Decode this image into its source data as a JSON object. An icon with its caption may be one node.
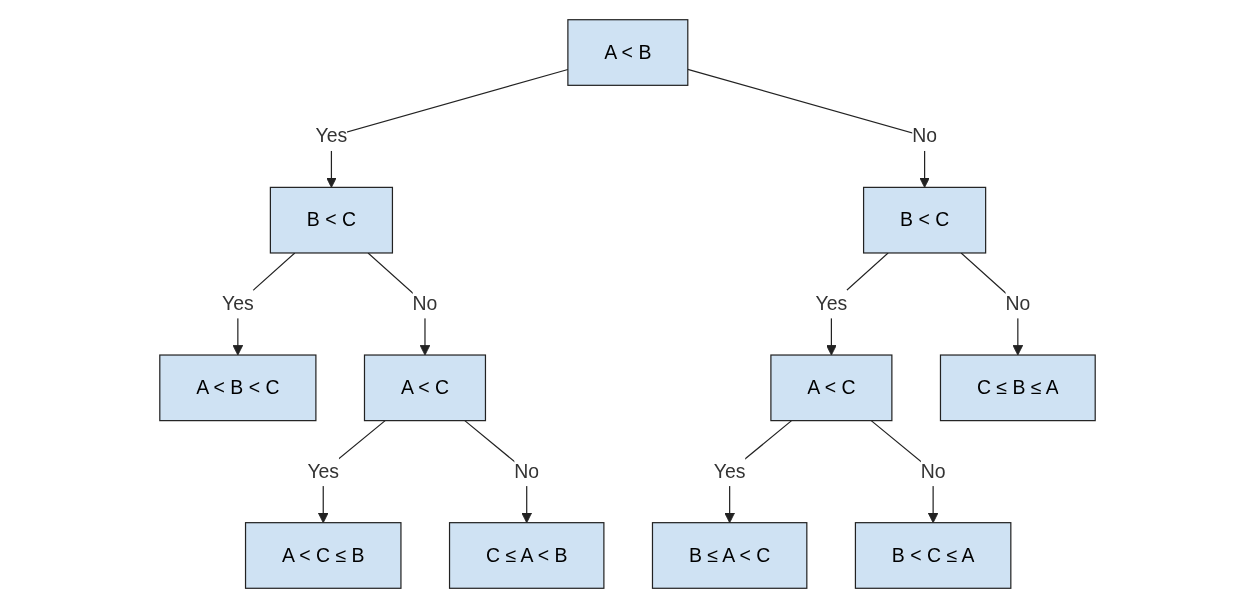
{
  "diagram": {
    "nodes": [
      {
        "text": [
          "A < B"
        ]
      },
      {
        "text": [
          "B < C"
        ]
      },
      {
        "text": [
          "B < C"
        ]
      },
      {
        "text": [
          "A < B < C"
        ]
      },
      {
        "text": [
          "A < C"
        ]
      },
      {
        "text": [
          "A < C"
        ]
      },
      {
        "text": [
          "C ≤ B ≤ A"
        ]
      },
      {
        "text": [
          "A < C ≤ B"
        ]
      },
      {
        "text": [
          "C ≤ A < B"
        ]
      },
      {
        "text": [
          "B ≤ A < C"
        ]
      },
      {
        "text": [
          "B < C ≤ A"
        ]
      }
    ],
    "edges": [
      {
        "from": 0,
        "to": 1,
        "arrow": "to",
        "label": "Yes"
      },
      {
        "from": 0,
        "to": 2,
        "arrow": "to",
        "label": "No"
      },
      {
        "from": 1,
        "to": 3,
        "arrow": "to",
        "label": "Yes"
      },
      {
        "from": 1,
        "to": 4,
        "arrow": "to",
        "label": "No"
      },
      {
        "from": 2,
        "to": 5,
        "arrow": "to",
        "label": "Yes"
      },
      {
        "from": 2,
        "to": 6,
        "arrow": "to",
        "label": "No"
      },
      {
        "from": 4,
        "to": 7,
        "arrow": "to",
        "label": "Yes"
      },
      {
        "from": 4,
        "to": 8,
        "arrow": "to",
        "label": "No"
      },
      {
        "from": 5,
        "to": 9,
        "arrow": "to",
        "label": "Yes"
      },
      {
        "from": 5,
        "to": 10,
        "arrow": "to",
        "label": "No"
      }
    ]
  }
}
